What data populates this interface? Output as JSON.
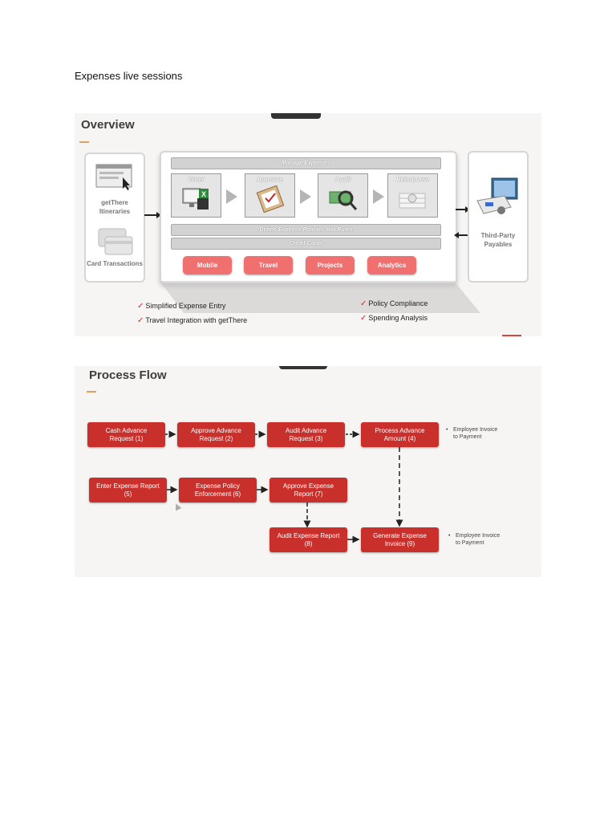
{
  "document": {
    "heading": "Expenses live sessions"
  },
  "overview": {
    "title": "Overview",
    "left_items": [
      {
        "icon": "browser-cursor-icon",
        "label": "getThere Itineraries"
      },
      {
        "icon": "credit-cards-icon",
        "label": "Card Transactions"
      }
    ],
    "manage_expenses": "Manage Expenses",
    "steps": [
      {
        "label": "Enter",
        "icon": "computer-spreadsheet-icon"
      },
      {
        "label": "Approve",
        "icon": "clipboard-checkmark-icon"
      },
      {
        "label": "Audit",
        "icon": "magnifier-money-icon"
      },
      {
        "label": "Reimburse",
        "icon": "coin-stack-icon"
      }
    ],
    "define_policies": "Define Expense Policies and Rules",
    "credit_cards": "Credit Cards",
    "channels": [
      "Mobile",
      "Travel",
      "Projects",
      "Analytics"
    ],
    "right_item": {
      "icon": "payables-terminal-icon",
      "label": "Third-Party Payables"
    },
    "benefits_left": [
      "Simplified Expense Entry",
      "Travel Integration with getThere"
    ],
    "benefits_right": [
      "Policy Compliance",
      "Spending Analysis"
    ],
    "colors": {
      "pill": "#f07070",
      "tick": "#dd2222"
    }
  },
  "process_flow": {
    "title": "Process Flow",
    "boxes": [
      {
        "id": 1,
        "line1": "Cash Advance",
        "line2": "Request (1)"
      },
      {
        "id": 2,
        "line1": "Approve Advance",
        "line2": "Request (2)"
      },
      {
        "id": 3,
        "line1": "Audit Advance",
        "line2": "Request (3)"
      },
      {
        "id": 4,
        "line1": "Process Advance",
        "line2": "Amount (4)"
      },
      {
        "id": 5,
        "line1": "Enter Expense Report",
        "line2": "(5)"
      },
      {
        "id": 6,
        "line1": "Expense Policy",
        "line2": "Enforcement (6)"
      },
      {
        "id": 7,
        "line1": "Approve Expense",
        "line2": "Report (7)"
      },
      {
        "id": 8,
        "line1": "Audit Expense Report",
        "line2": "(8)"
      },
      {
        "id": 9,
        "line1": "Generate Expense",
        "line2": "Invoice (9)"
      }
    ],
    "notes": [
      {
        "line1": "Employee Invoice",
        "line2": "to Payment"
      },
      {
        "line1": "Employee Invoice",
        "line2": "to Payment"
      }
    ],
    "colors": {
      "box": "#c9302c"
    }
  }
}
